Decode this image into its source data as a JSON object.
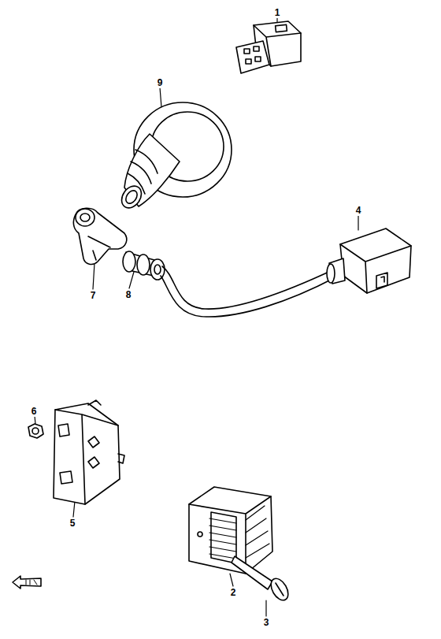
{
  "diagram": {
    "labels": [
      "1",
      "9",
      "7",
      "8",
      "4",
      "6",
      "5",
      "2",
      "3"
    ]
  }
}
